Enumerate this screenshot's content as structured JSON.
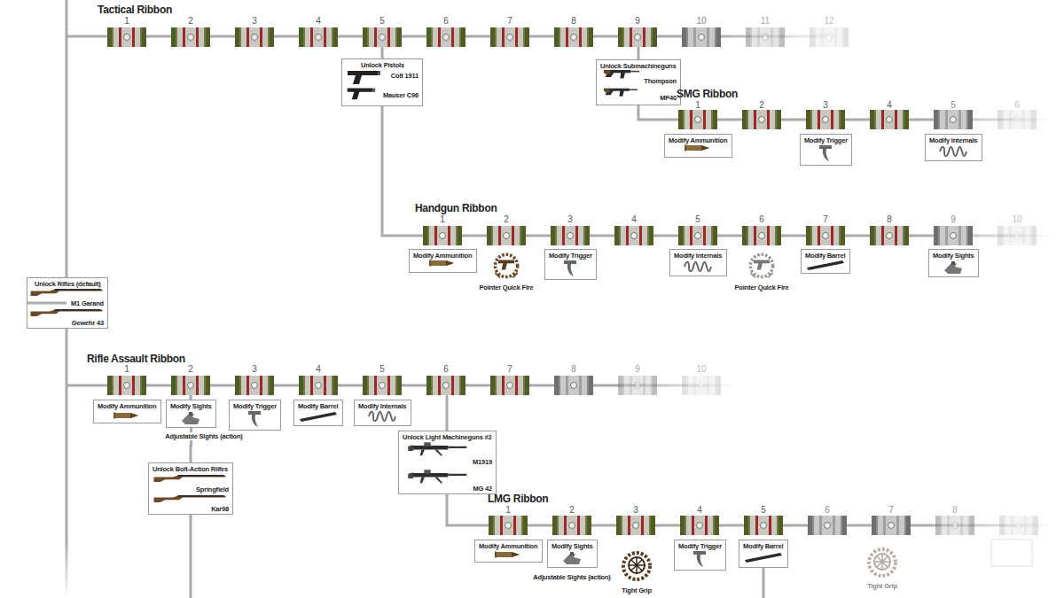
{
  "diagram": {
    "nodes": [
      {
        "text": [
          "Unlock Pistols",
          "Colt 1911",
          "Mauser C96"
        ]
      },
      {
        "text": [
          "Unlock Submachineguns",
          "Thompson",
          "MP40"
        ]
      },
      {
        "text": [
          "Modify Ammunition"
        ]
      },
      {
        "text": [
          "Modify Trigger"
        ]
      },
      {
        "text": [
          "Modify Internals"
        ]
      },
      {
        "text": [
          "Modify Ammunition"
        ]
      },
      {
        "text": [
          "Modify Trigger"
        ]
      },
      {
        "text": [
          "Modify Internals"
        ]
      },
      {
        "text": [
          "Modify Barrel"
        ]
      },
      {
        "text": [
          "Modify Sights"
        ]
      },
      {
        "text": [
          "Unlock Rifles (default)",
          "M1 Garand",
          "Gewehr 43"
        ]
      },
      {
        "text": [
          "Modify Ammunition"
        ]
      },
      {
        "text": [
          "Modify Sights"
        ]
      },
      {
        "text": [
          "Modify Trigger"
        ]
      },
      {
        "text": [
          "Modify Barrel"
        ]
      },
      {
        "text": [
          "Modify Internals"
        ]
      },
      {
        "text": [
          "Unlock Bolt-Action Rilfes",
          "Springfield",
          "Kar98"
        ]
      },
      {
        "text": [
          "Unlock Light Machineguns #2",
          "M1919",
          "MG 42"
        ]
      },
      {
        "text": [
          "Modify Ammunition"
        ]
      },
      {
        "text": [
          "Modify Sights"
        ]
      },
      {
        "text": [
          "Modify Trigger"
        ]
      },
      {
        "text": [
          "Modify Barrel"
        ]
      }
    ],
    "edges": [
      {
        "from": 12,
        "to": 16,
        "arrow": "none"
      }
    ],
    "labels": [
      "Tactical Ribbon",
      "1",
      "2",
      "3",
      "4",
      "5",
      "6",
      "7",
      "8",
      "9",
      "10",
      "11",
      "12",
      "SMG Ribbon",
      "1",
      "2",
      "3",
      "4",
      "5",
      "6",
      "Handgun Ribbon",
      "1",
      "2",
      "3",
      "4",
      "5",
      "6",
      "7",
      "8",
      "9",
      "10",
      "Pointer Quick Fire",
      "Pointer Quick Fire",
      "Rifle Assault Ribbon",
      "1",
      "2",
      "3",
      "4",
      "5",
      "6",
      "7",
      "8",
      "9",
      "10",
      "Adjustable Sights (action)",
      "LMG Ribbon",
      "1",
      "2",
      "3",
      "4",
      "5",
      "6",
      "7",
      "8",
      "Adjustable Sights (action)",
      "Tight Grip",
      "Tight Grip"
    ]
  }
}
